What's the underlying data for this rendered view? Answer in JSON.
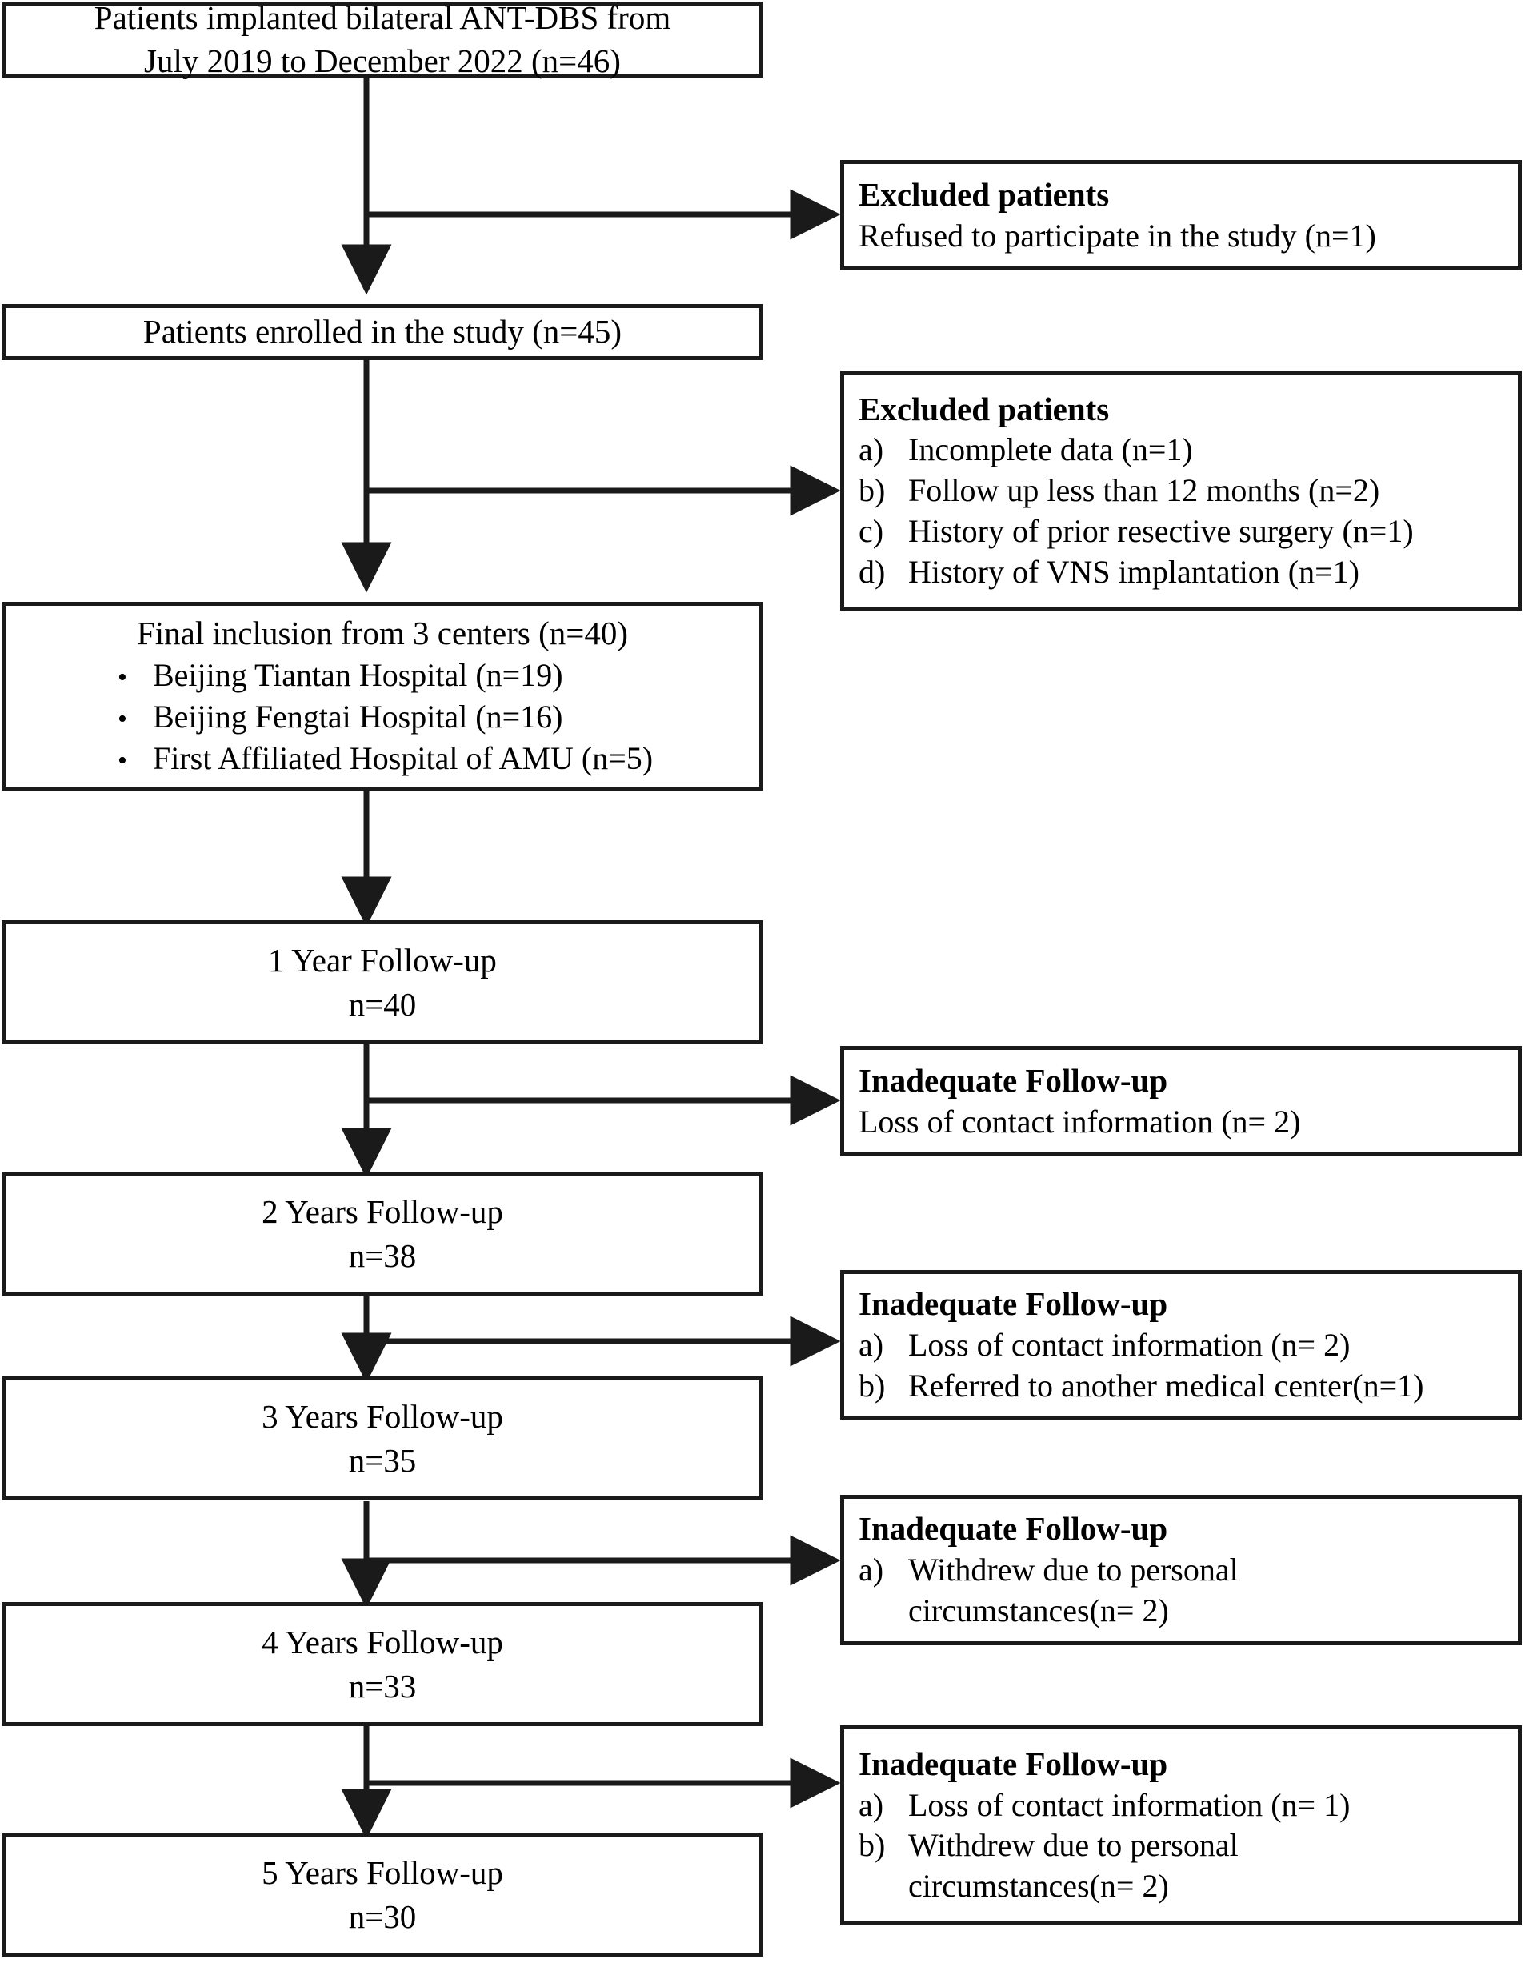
{
  "diagram": {
    "title": "Patient flow diagram of bilateral ANT-DBS cohort",
    "type": "flowchart",
    "line_color": "#1a1a1a",
    "background": "#ffffff"
  },
  "nodes": {
    "source": {
      "text": "Patients implanted bilateral ANT-DBS from\nJuly 2019 to December 2022 (n=46)"
    },
    "excluded_1": {
      "heading": "Excluded patients",
      "line": "Refused to participate in the study (n=1)"
    },
    "enrolled": {
      "text": "Patients enrolled in the study (n=45)"
    },
    "excluded_2": {
      "heading": "Excluded patients",
      "items": [
        {
          "marker": "a)",
          "text": "Incomplete data (n=1)"
        },
        {
          "marker": "b)",
          "text": "Follow up less than 12 months (n=2)"
        },
        {
          "marker": "c)",
          "text": "History of prior resective surgery (n=1)"
        },
        {
          "marker": "d)",
          "text": "History of VNS implantation (n=1)"
        }
      ]
    },
    "final_inclusion": {
      "heading": "Final inclusion from 3 centers (n=40)",
      "bullet_glyph": "•",
      "centers": [
        "Beijing Tiantan Hospital (n=19)",
        "Beijing Fengtai Hospital (n=16)",
        "First Affiliated Hospital of AMU (n=5)"
      ]
    },
    "fu_1": {
      "title": "1 Year Follow-up",
      "n": "n=40"
    },
    "inadequate_1": {
      "heading": "Inadequate Follow-up",
      "line": "Loss of contact information (n= 2)"
    },
    "fu_2": {
      "title": "2 Years Follow-up",
      "n": "n=38"
    },
    "inadequate_2": {
      "heading": "Inadequate Follow-up",
      "items": [
        {
          "marker": "a)",
          "text": "Loss of contact information (n= 2)"
        },
        {
          "marker": "b)",
          "text": "Referred to another medical center(n=1)"
        }
      ]
    },
    "fu_3": {
      "title": "3 Years Follow-up",
      "n": "n=35"
    },
    "inadequate_3": {
      "heading": "Inadequate Follow-up",
      "items": [
        {
          "marker": "a)",
          "text": "Withdrew due to personal\ncircumstances(n= 2)"
        }
      ]
    },
    "fu_4": {
      "title": "4 Years Follow-up",
      "n": "n=33"
    },
    "inadequate_4": {
      "heading": "Inadequate Follow-up",
      "items": [
        {
          "marker": "a)",
          "text": "Loss of contact information (n= 1)"
        },
        {
          "marker": "b)",
          "text": "Withdrew due to personal\ncircumstances(n= 2)"
        }
      ]
    },
    "fu_5": {
      "title": "5 Years Follow-up",
      "n": "n=30"
    }
  },
  "flow_counts": {
    "screened": 46,
    "enrolled": 45,
    "included": 40,
    "year_1": 40,
    "year_2": 38,
    "year_3": 35,
    "year_4": 33,
    "year_5": 30
  }
}
